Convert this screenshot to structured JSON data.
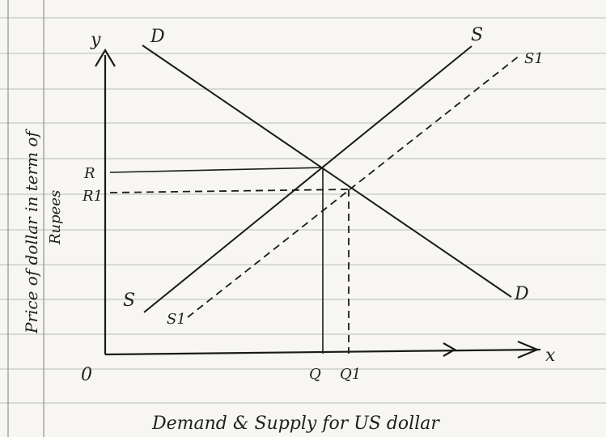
{
  "labels": {
    "y_axis": "y",
    "x_axis": "x",
    "origin": "0",
    "demand_top": "D",
    "demand_bottom": "D",
    "supply_top": "S",
    "supply_bottom": "S",
    "supply1_top": "S1",
    "supply1_bottom": "S1",
    "price_r": "R",
    "price_r1": "R1",
    "qty_q": "Q",
    "qty_q1": "Q1",
    "y_axis_title_line1": "Price of dollar in term of",
    "y_axis_title_line2": "Rupees",
    "x_axis_title": "Demand & Supply for US dollar"
  },
  "colors": {
    "ink": "#1a1a1a",
    "paper": "#f7f6f3",
    "rule": "#b9b9b9"
  }
}
